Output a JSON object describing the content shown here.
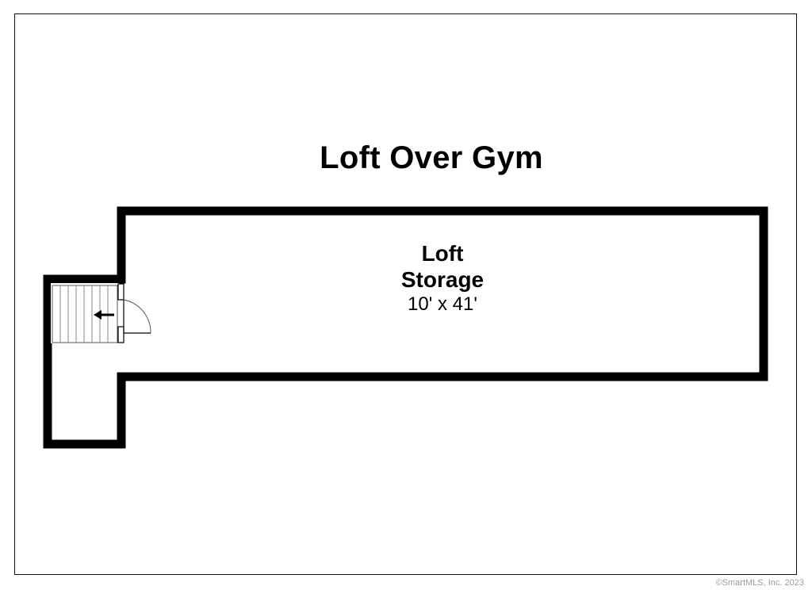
{
  "plan": {
    "title": "Loft Over Gym",
    "rooms": [
      {
        "name_line1": "Loft",
        "name_line2": "Storage",
        "dimensions": "10' x 41'"
      }
    ]
  },
  "footer": {
    "copyright": "©SmartMLS, Inc.  2023"
  },
  "icons": {
    "stair_direction": "arrow-left-icon",
    "door": "door-swing-icon"
  },
  "colors": {
    "wall": "#000000",
    "background": "#ffffff",
    "frame": "#111111",
    "copyright_text": "#9a9a9a"
  }
}
